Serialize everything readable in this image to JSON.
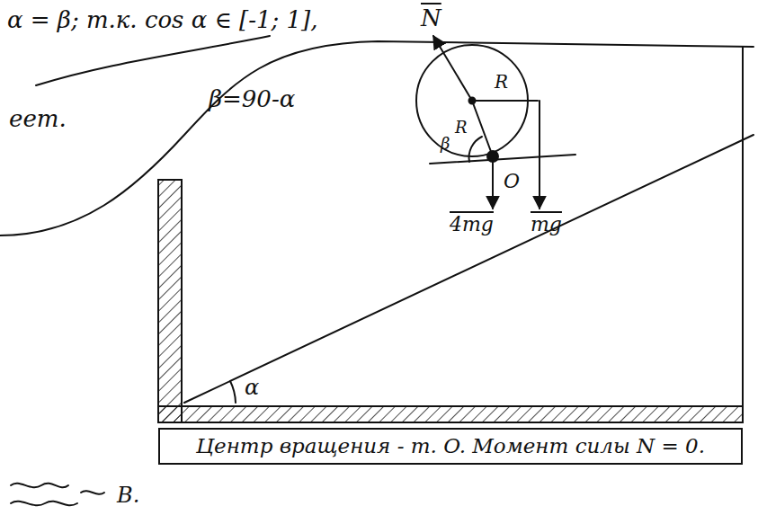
{
  "diagram": {
    "nodes": [
      {
        "text": [
          "Центр вращения - т. O. Момент силы N = 0."
        ]
      }
    ],
    "labels": [
      "α = β; т.к. cos α ∈ [-1; 1],",
      "еет.",
      "β=90-α",
      "N",
      "R",
      "R",
      "β",
      "O",
      "4mg",
      "mg",
      "α",
      "B."
    ]
  }
}
